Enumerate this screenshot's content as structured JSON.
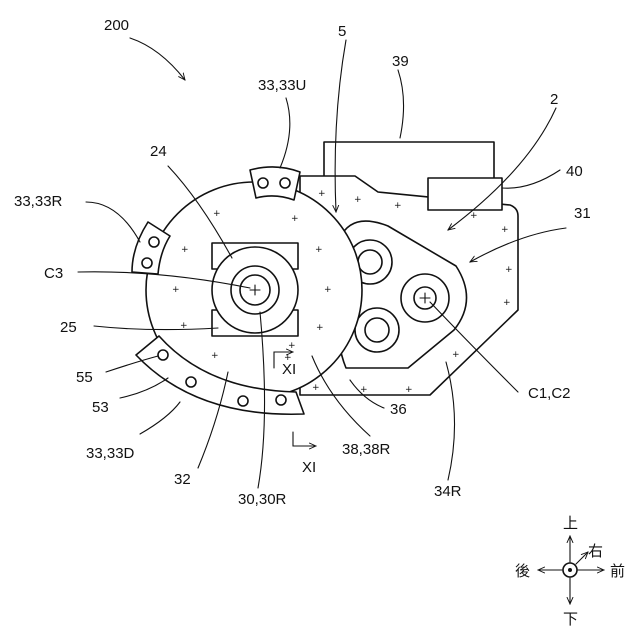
{
  "labels": {
    "n200": "200",
    "n5": "5",
    "n39": "39",
    "n2": "2",
    "n40": "40",
    "n31": "31",
    "n33_33u": "33,33U",
    "n24": "24",
    "n33_33r": "33,33R",
    "c3": "C3",
    "n25": "25",
    "n55": "55",
    "n53": "53",
    "n33_33d": "33,33D",
    "n32": "32",
    "n30_30r": "30,30R",
    "n38_38r": "38,38R",
    "n36": "36",
    "n34r": "34R",
    "c1_c2": "C1,C2",
    "xi_upper": "XI",
    "xi_lower": "XI"
  },
  "compass": {
    "up": "上",
    "right": "右",
    "back": "後",
    "front": "前",
    "down": "下"
  }
}
